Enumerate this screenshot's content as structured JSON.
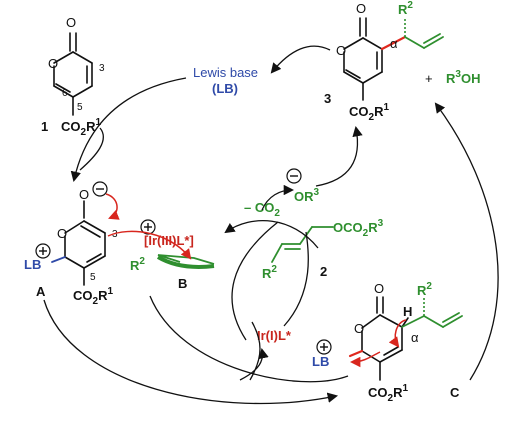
{
  "labels": {
    "lewis_base": "Lewis base",
    "lb_abbrev": "(LB)",
    "lb": "LB",
    "minus_co2": "– CO",
    "co2_sub": "2",
    "or3": "OR",
    "ir_i": "Ir(I)L*",
    "ir_iii": "[Ir(III)L*]",
    "plus": "+",
    "r3oh_r": "R",
    "r3oh_oh": "OH",
    "alpha": "α",
    "h": "H",
    "o": "O",
    "r": "R",
    "co": "CO",
    "ococ": "OCO",
    "sup1": "1",
    "sup2": "2",
    "sup3": "3",
    "sub2": "2"
  },
  "compounds": {
    "c1": "1",
    "c2": "2",
    "c3": "3",
    "cA": "A",
    "cB": "B",
    "cC": "C"
  },
  "ring_numbers": {
    "n3": "3",
    "n5": "5",
    "n6": "6"
  },
  "colors": {
    "blue": "#2f4aa8",
    "green": "#2f8f2f",
    "red": "#c8261e",
    "black": "#111111"
  }
}
